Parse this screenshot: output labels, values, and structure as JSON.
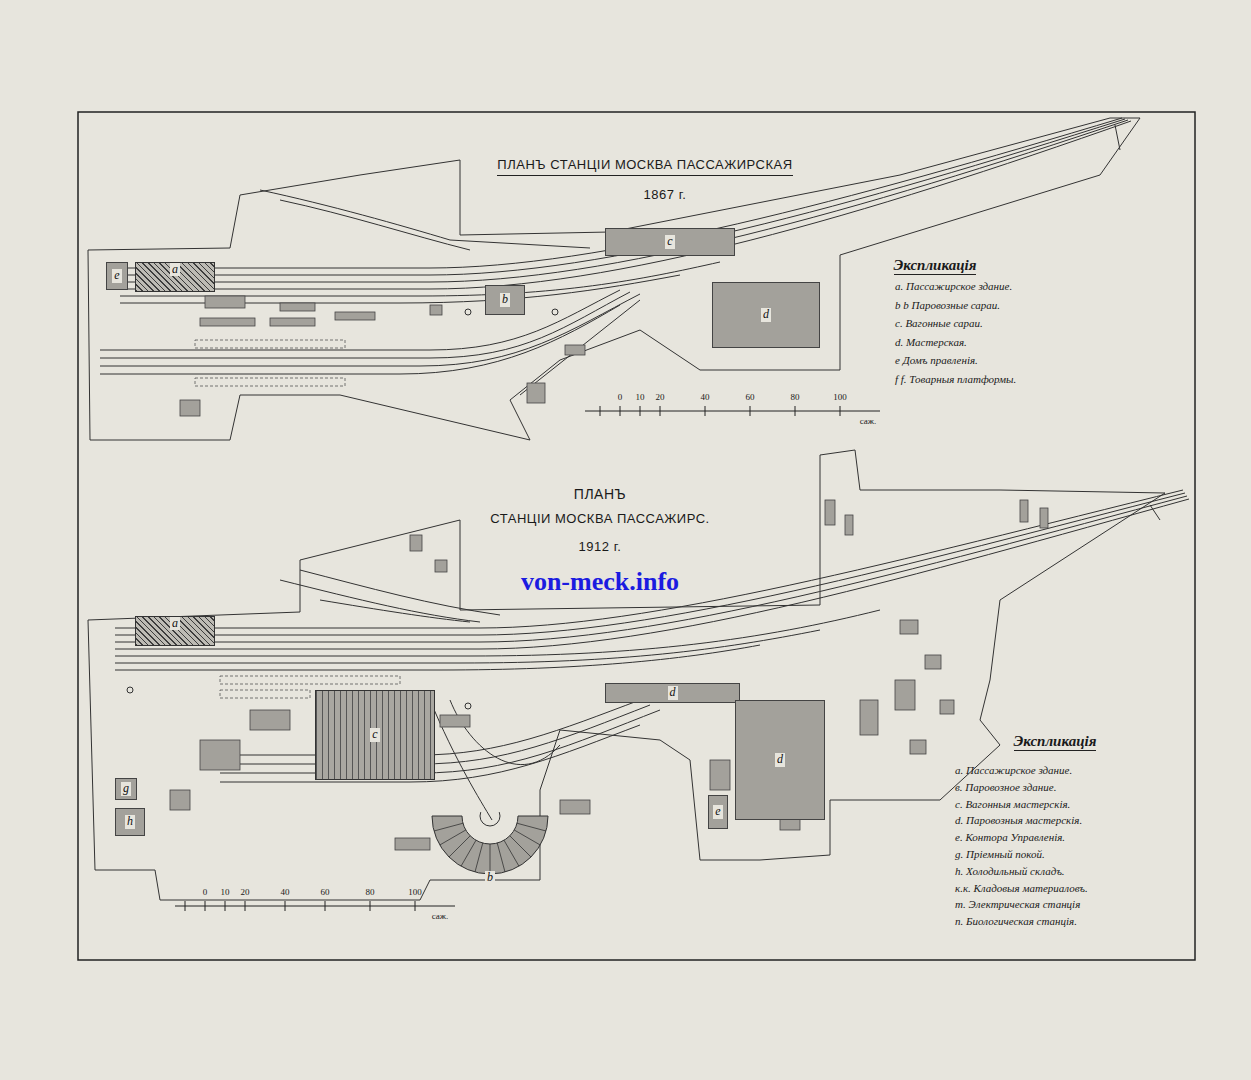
{
  "diagram": {
    "title": "ПЛАНЪ СТАНЦIИ МОСКВА ПАССАЖИРСКАЯ",
    "nodes": [
      {
        "text": [
          "a"
        ]
      },
      {
        "text": [
          "e"
        ]
      },
      {
        "text": [
          "b"
        ]
      },
      {
        "text": [
          "c"
        ]
      },
      {
        "text": [
          "d"
        ]
      },
      {
        "text": [
          "a"
        ]
      },
      {
        "text": [
          "c"
        ]
      },
      {
        "text": [
          "d"
        ]
      },
      {
        "text": [
          "d"
        ]
      },
      {
        "text": [
          "e"
        ]
      },
      {
        "text": [
          "b"
        ]
      },
      {
        "text": [
          "h"
        ]
      },
      {
        "text": [
          "g"
        ]
      }
    ],
    "labels": [
      "1867 г.",
      "ПЛАНЪ",
      "СТАНЦIИ МОСКВА ПАССАЖИРС.",
      "1912 г.",
      "Экспликацiя",
      "Экспликацiя",
      "0",
      "10",
      "20",
      "40",
      "60",
      "80",
      "100",
      "саж.",
      "0",
      "10",
      "20",
      "40",
      "60",
      "80",
      "100",
      "саж.",
      "von-meck.info"
    ],
    "legend": [
      {
        "text": "а. Пассажирское здание."
      },
      {
        "text": "b b Паровозные сараи."
      },
      {
        "text": "c. Вагонные сараи."
      },
      {
        "text": "d. Мастерская."
      },
      {
        "text": "е Домъ правленiя."
      },
      {
        "text": "f f. Товарныя платформы."
      },
      {
        "text": "а. Пассажирское здание."
      },
      {
        "text": "в. Паровозное здание."
      },
      {
        "text": "с. Вагонныя мастерскiя."
      },
      {
        "text": "d. Паровозныя мастерскiя."
      },
      {
        "text": "е. Контора Управленiя."
      },
      {
        "text": "g. Прiемный покой."
      },
      {
        "text": "h. Холодильный складъ."
      },
      {
        "text": "к.к. Кладовыя материаловъ."
      },
      {
        "text": "т. Электрическая станцiя"
      },
      {
        "text": "п. Биологическая станцiя."
      }
    ]
  }
}
